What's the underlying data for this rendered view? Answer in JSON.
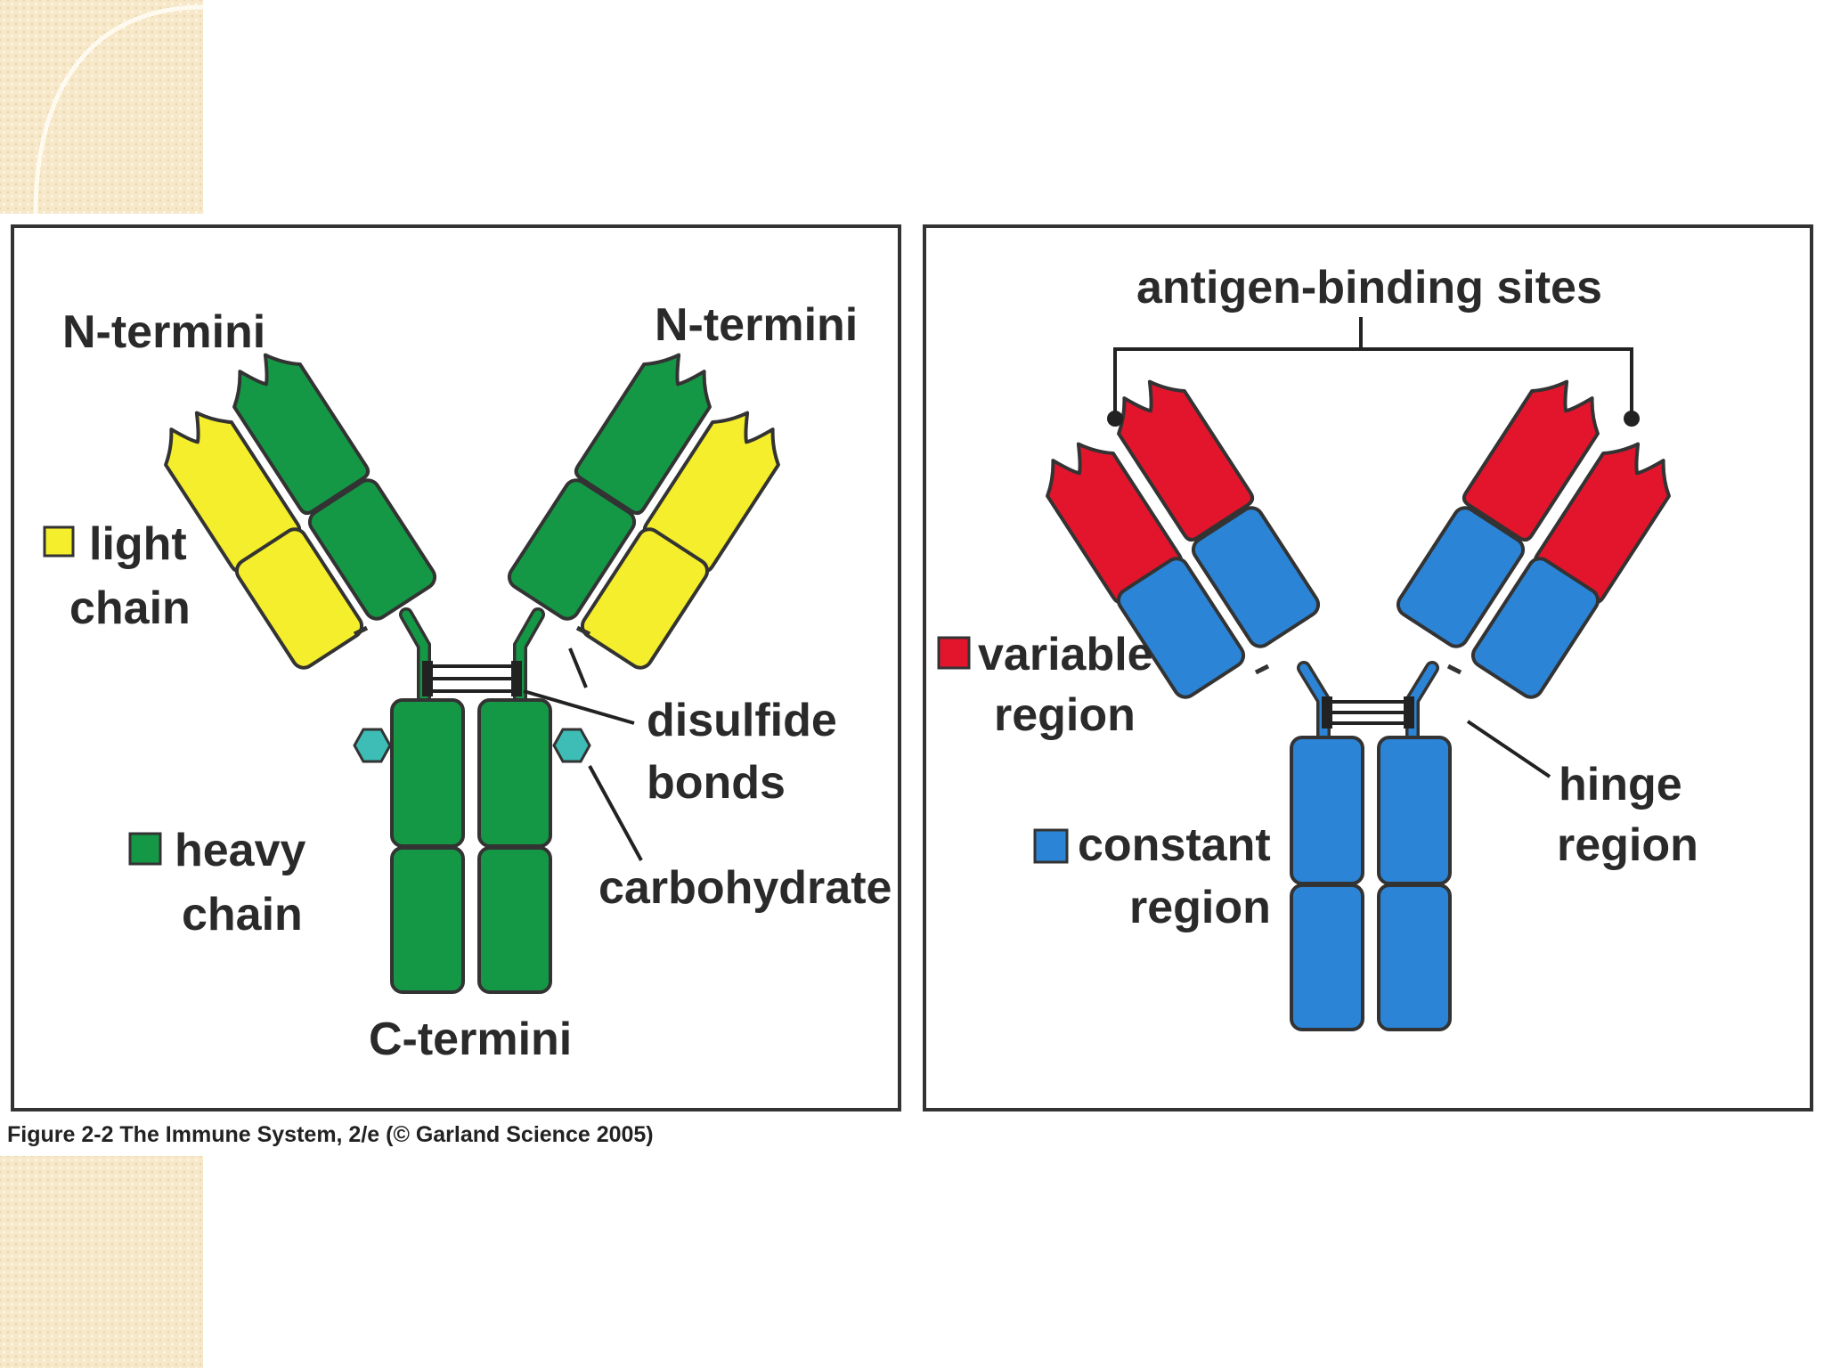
{
  "left_panel": {
    "n_termini_left": "N-termini",
    "n_termini_right": "N-termini",
    "light_chain_1": "light",
    "light_chain_2": "chain",
    "heavy_chain_1": "heavy",
    "heavy_chain_2": "chain",
    "disulfide_1": "disulfide",
    "disulfide_2": "bonds",
    "carbohydrate": "carbohydrate",
    "c_termini": "C-termini"
  },
  "right_panel": {
    "antigen_binding": "antigen-binding sites",
    "variable_1": "variable",
    "variable_2": "region",
    "constant_1": "constant",
    "constant_2": "region",
    "hinge_1": "hinge",
    "hinge_2": "region"
  },
  "caption": "Figure 2-2 The Immune System, 2/e (© Garland Science 2005)",
  "colors": {
    "light_chain": "#f5ee2c",
    "heavy_chain": "#159846",
    "variable_region": "#e3152c",
    "constant_region": "#2b84d6",
    "carbohydrate": "#3ebdb6"
  },
  "icons": [
    "light-chain-swatch",
    "heavy-chain-swatch",
    "variable-region-swatch",
    "constant-region-swatch",
    "carbohydrate-hexagon-icon"
  ]
}
